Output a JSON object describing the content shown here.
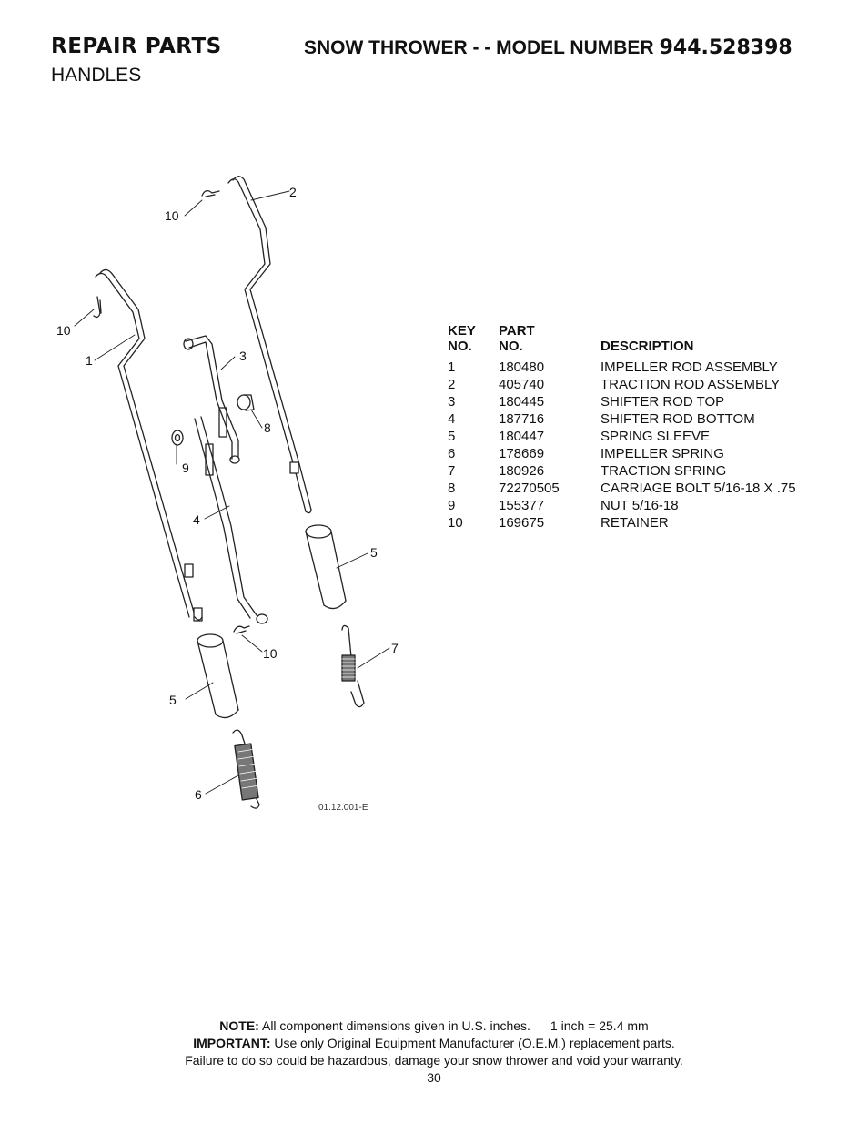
{
  "header": {
    "section": "REPAIR PARTS",
    "title": "SNOW THROWER - - MODEL NUMBER",
    "model_number": "944.528398",
    "subtitle": "HANDLES"
  },
  "diagram": {
    "figure_id": "01.12.001-E",
    "callouts": [
      "10",
      "2",
      "10",
      "1",
      "3",
      "8",
      "9",
      "4",
      "5",
      "10",
      "7",
      "5",
      "6"
    ]
  },
  "parts_table": {
    "headers": {
      "key_line1": "KEY",
      "key_line2": "NO.",
      "part_line1": "PART",
      "part_line2": "NO.",
      "description": "DESCRIPTION"
    },
    "rows": [
      {
        "key": "1",
        "part": "180480",
        "description": "IMPELLER ROD ASSEMBLY"
      },
      {
        "key": "2",
        "part": "405740",
        "description": "TRACTION ROD ASSEMBLY"
      },
      {
        "key": "3",
        "part": "180445",
        "description": "SHIFTER ROD TOP"
      },
      {
        "key": "4",
        "part": "187716",
        "description": "SHIFTER ROD BOTTOM"
      },
      {
        "key": "5",
        "part": "180447",
        "description": "SPRING SLEEVE"
      },
      {
        "key": "6",
        "part": "178669",
        "description": "IMPELLER SPRING"
      },
      {
        "key": "7",
        "part": "180926",
        "description": "TRACTION SPRING"
      },
      {
        "key": "8",
        "part": "72270505",
        "description": "CARRIAGE BOLT 5/16-18 X .75"
      },
      {
        "key": "9",
        "part": "155377",
        "description": "NUT 5/16-18"
      },
      {
        "key": "10",
        "part": "169675",
        "description": "RETAINER"
      }
    ]
  },
  "footer": {
    "note_label": "NOTE:",
    "note_text": "All component dimensions given in U.S. inches.",
    "conversion": "1 inch = 25.4 mm",
    "important_label": "IMPORTANT:",
    "important_text": "Use only Original Equipment Manufacturer (O.E.M.) replacement parts.",
    "warning": "Failure to do so could be hazardous, damage your snow thrower and void your warranty.",
    "page_number": "30"
  }
}
